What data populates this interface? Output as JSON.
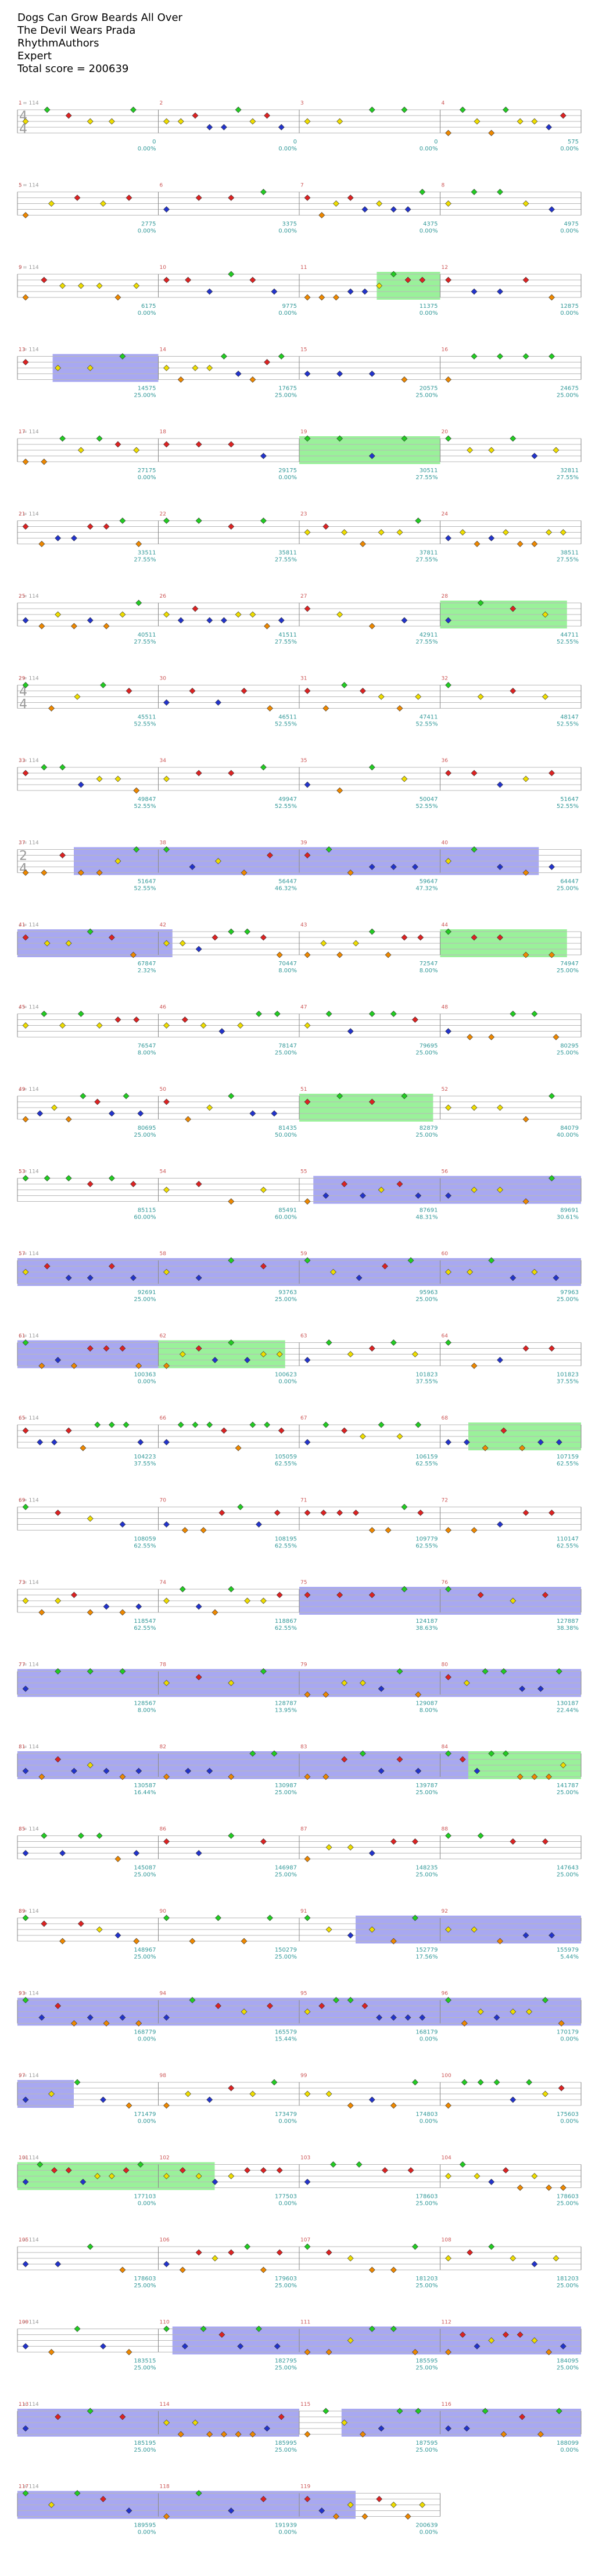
{
  "header": {
    "song_title": "Dogs Can Grow Beards All Over",
    "artist": "The Devil Wears Prada",
    "charter": "RhythmAuthors",
    "difficulty": "Expert",
    "total_score": "Total score = 200639"
  },
  "colors": {
    "green": "#22cc22",
    "red": "#dd2222",
    "yellow": "#eedd00",
    "blue": "#2233cc",
    "orange": "#ee8800",
    "star_power": "#88ee88",
    "solo": "#9999ee",
    "tempo_text": "#cc5555",
    "score_text": "#339999",
    "staff_line": "#b8b8b8"
  },
  "rows": [
    {
      "time_sig": "4/4",
      "tempos": [
        "♩ = 114"
      ],
      "scores": [
        "0",
        "0",
        "0",
        "575"
      ],
      "pcts": [
        "0.00%",
        "0.00%",
        "0.00%",
        "0.00%"
      ],
      "measure_nums": [
        "1",
        "2",
        "3",
        "4"
      ]
    },
    {
      "time_sig": "",
      "tempos": [
        "♩ = 114"
      ],
      "scores": [
        "2775",
        "3375",
        "4375",
        "4975"
      ],
      "pcts": [
        "0.00%",
        "0.00%",
        "0.00%",
        "0.00%"
      ],
      "measure_nums": [
        "5",
        "6",
        "7",
        "8"
      ]
    },
    {
      "time_sig": "",
      "tempos": [
        "♩ = 114"
      ],
      "scores": [
        "6175",
        "9775",
        "11375",
        "12875"
      ],
      "pcts": [
        "0.00%",
        "0.00%",
        "0.00%",
        "0.00%"
      ],
      "measure_nums": [
        "9",
        "10",
        "11",
        "12"
      ]
    },
    {
      "time_sig": "",
      "tempos": [
        "♩ = 114"
      ],
      "scores": [
        "14575",
        "17675",
        "20575",
        "24675"
      ],
      "pcts": [
        "25.00%",
        "25.00%",
        "25.00%",
        "25.00%"
      ],
      "measure_nums": [
        "13",
        "14",
        "15",
        "16"
      ]
    },
    {
      "time_sig": "",
      "tempos": [
        "♩ = 114"
      ],
      "scores": [
        "27175",
        "29175",
        "30511",
        "32811"
      ],
      "pcts": [
        "0.00%",
        "0.00%",
        "27.55%",
        "27.55%"
      ],
      "measure_nums": [
        "17",
        "18",
        "19",
        "20"
      ]
    },
    {
      "time_sig": "",
      "tempos": [
        "♩ = 114"
      ],
      "scores": [
        "33511",
        "35811",
        "37811",
        "38511"
      ],
      "pcts": [
        "27.55%",
        "27.55%",
        "27.55%",
        "27.55%"
      ],
      "measure_nums": [
        "21",
        "22",
        "23",
        "24"
      ]
    },
    {
      "time_sig": "",
      "tempos": [
        "♩ = 114"
      ],
      "scores": [
        "40511",
        "41511",
        "42911",
        "44711"
      ],
      "pcts": [
        "27.55%",
        "27.55%",
        "27.55%",
        "52.55%"
      ],
      "measure_nums": [
        "25",
        "26",
        "27",
        "28"
      ]
    },
    {
      "time_sig": "4/4",
      "tempos": [
        "♩ = 114"
      ],
      "scores": [
        "45511",
        "46511",
        "47411",
        "48147"
      ],
      "pcts": [
        "52.55%",
        "52.55%",
        "52.55%",
        "52.55%"
      ],
      "measure_nums": [
        "29",
        "30",
        "31",
        "32"
      ]
    },
    {
      "time_sig": "",
      "tempos": [
        "♩ = 114"
      ],
      "scores": [
        "49847",
        "49947",
        "50047",
        "51647"
      ],
      "pcts": [
        "52.55%",
        "52.55%",
        "52.55%",
        "52.55%"
      ],
      "measure_nums": [
        "33",
        "34",
        "35",
        "36"
      ]
    },
    {
      "time_sig": "2/4",
      "tempos": [
        "♩ = 114"
      ],
      "scores": [
        "51647",
        "56447",
        "59647",
        "64447"
      ],
      "pcts": [
        "52.55%",
        "46.32%",
        "47.32%",
        "25.00%"
      ],
      "measure_nums": [
        "37",
        "38",
        "39",
        "40"
      ]
    },
    {
      "time_sig": "",
      "tempos": [
        "♩ = 114"
      ],
      "scores": [
        "67847",
        "70447",
        "72547",
        "74947"
      ],
      "pcts": [
        "2.32%",
        "8.00%",
        "8.00%",
        "25.00%"
      ],
      "measure_nums": [
        "41",
        "42",
        "43",
        "44"
      ]
    },
    {
      "time_sig": "",
      "tempos": [
        "♩ = 114"
      ],
      "scores": [
        "76547",
        "78147",
        "79695",
        "80295"
      ],
      "pcts": [
        "8.00%",
        "25.00%",
        "25.00%",
        "25.00%"
      ],
      "measure_nums": [
        "45",
        "46",
        "47",
        "48"
      ]
    },
    {
      "time_sig": "",
      "tempos": [
        "♩ = 114"
      ],
      "scores": [
        "80695",
        "81435",
        "82879",
        "84079"
      ],
      "pcts": [
        "25.00%",
        "50.00%",
        "25.00%",
        "40.00%"
      ],
      "measure_nums": [
        "49",
        "50",
        "51",
        "52"
      ]
    },
    {
      "time_sig": "",
      "tempos": [
        "♩ = 114"
      ],
      "scores": [
        "85115",
        "85491",
        "87691",
        "89691"
      ],
      "pcts": [
        "60.00%",
        "60.00%",
        "48.31%",
        "30.61%"
      ],
      "measure_nums": [
        "53",
        "54",
        "55",
        "56"
      ]
    },
    {
      "time_sig": "",
      "tempos": [
        "♩ = 114"
      ],
      "scores": [
        "92691",
        "93763",
        "95963",
        "97963"
      ],
      "pcts": [
        "25.00%",
        "25.00%",
        "25.00%",
        "25.00%"
      ],
      "measure_nums": [
        "57",
        "58",
        "59",
        "60"
      ]
    },
    {
      "time_sig": "",
      "tempos": [
        "♩ = 114"
      ],
      "scores": [
        "100363",
        "100623",
        "101823",
        "101823"
      ],
      "pcts": [
        "0.00%",
        "0.00%",
        "37.55%",
        "37.55%"
      ],
      "measure_nums": [
        "61",
        "62",
        "63",
        "64"
      ]
    },
    {
      "time_sig": "",
      "tempos": [
        "♩ = 114"
      ],
      "scores": [
        "104223",
        "105059",
        "106159",
        "107159"
      ],
      "pcts": [
        "37.55%",
        "62.55%",
        "62.55%",
        "62.55%"
      ],
      "measure_nums": [
        "65",
        "66",
        "67",
        "68"
      ]
    },
    {
      "time_sig": "",
      "tempos": [
        "♩ = 114"
      ],
      "scores": [
        "108059",
        "108195",
        "109779",
        "110147"
      ],
      "pcts": [
        "62.55%",
        "62.55%",
        "62.55%",
        "62.55%"
      ],
      "measure_nums": [
        "69",
        "70",
        "71",
        "72"
      ]
    },
    {
      "time_sig": "",
      "tempos": [
        "♩ = 114"
      ],
      "scores": [
        "118547",
        "118867",
        "124187",
        "127887"
      ],
      "pcts": [
        "62.55%",
        "62.55%",
        "38.63%",
        "38.38%"
      ],
      "measure_nums": [
        "73",
        "74",
        "75",
        "76"
      ]
    },
    {
      "time_sig": "",
      "tempos": [
        "♩ = 114"
      ],
      "scores": [
        "128567",
        "128787",
        "129087",
        "130187"
      ],
      "pcts": [
        "8.00%",
        "13.95%",
        "8.00%",
        "22.44%"
      ],
      "measure_nums": [
        "77",
        "78",
        "79",
        "80"
      ]
    },
    {
      "time_sig": "",
      "tempos": [
        "♩ = 114"
      ],
      "scores": [
        "130587",
        "130987",
        "139787",
        "141787"
      ],
      "pcts": [
        "16.44%",
        "25.00%",
        "25.00%",
        "25.00%"
      ],
      "measure_nums": [
        "81",
        "82",
        "83",
        "84"
      ]
    },
    {
      "time_sig": "",
      "tempos": [
        "♩ = 114"
      ],
      "scores": [
        "145087",
        "146987",
        "148235",
        "147643"
      ],
      "pcts": [
        "25.00%",
        "25.00%",
        "25.00%",
        "25.00%"
      ],
      "measure_nums": [
        "85",
        "86",
        "87",
        "88"
      ]
    },
    {
      "time_sig": "",
      "tempos": [
        "♩ = 114"
      ],
      "scores": [
        "148967",
        "150279",
        "152779",
        "155979"
      ],
      "pcts": [
        "25.00%",
        "25.00%",
        "17.56%",
        "5.44%"
      ],
      "measure_nums": [
        "89",
        "90",
        "91",
        "92"
      ]
    },
    {
      "time_sig": "",
      "tempos": [
        "♩ = 114"
      ],
      "scores": [
        "168779",
        "165579",
        "168179",
        "170179"
      ],
      "pcts": [
        "0.00%",
        "15.44%",
        "0.00%",
        "0.00%"
      ],
      "measure_nums": [
        "93",
        "94",
        "95",
        "96"
      ]
    },
    {
      "time_sig": "",
      "tempos": [
        "♩ = 114"
      ],
      "scores": [
        "171479",
        "173479",
        "174803",
        "175603"
      ],
      "pcts": [
        "0.00%",
        "0.00%",
        "0.00%",
        "0.00%"
      ],
      "measure_nums": [
        "97",
        "98",
        "99",
        "100"
      ]
    },
    {
      "time_sig": "",
      "tempos": [
        "♩ = 114"
      ],
      "scores": [
        "177103",
        "177503",
        "178603",
        "178603"
      ],
      "pcts": [
        "0.00%",
        "0.00%",
        "25.00%",
        "25.00%"
      ],
      "measure_nums": [
        "101",
        "102",
        "103",
        "104"
      ]
    },
    {
      "time_sig": "",
      "tempos": [
        "♩ = 114"
      ],
      "scores": [
        "178603",
        "179603",
        "181203",
        "181203"
      ],
      "pcts": [
        "25.00%",
        "25.00%",
        "25.00%",
        "25.00%"
      ],
      "measure_nums": [
        "105",
        "106",
        "107",
        "108"
      ]
    },
    {
      "time_sig": "",
      "tempos": [
        "♩ = 114"
      ],
      "scores": [
        "183515",
        "182795",
        "185595",
        "184095"
      ],
      "pcts": [
        "25.00%",
        "25.00%",
        "25.00%",
        "25.00%"
      ],
      "measure_nums": [
        "109",
        "110",
        "111",
        "112"
      ]
    },
    {
      "time_sig": "",
      "tempos": [
        "♩ = 114"
      ],
      "scores": [
        "185195",
        "185995",
        "187595",
        "188099"
      ],
      "pcts": [
        "25.00%",
        "25.00%",
        "25.00%",
        "0.00%"
      ],
      "measure_nums": [
        "113",
        "114",
        "115",
        "116"
      ]
    },
    {
      "time_sig": "",
      "tempos": [
        "♩ = 114"
      ],
      "scores": [
        "189595",
        "191939",
        "200639"
      ],
      "pcts": [
        "0.00%",
        "0.00%",
        "0.00%"
      ],
      "measure_nums": [
        "117",
        "118",
        "119"
      ]
    }
  ]
}
